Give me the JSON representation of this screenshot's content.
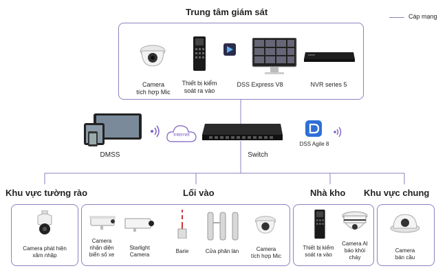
{
  "legend": {
    "label": "Cáp mạng",
    "color": "#8e7fc0"
  },
  "center": {
    "title": "Trung tâm giám sát",
    "devices": [
      {
        "name": "camera-mic",
        "label_lines": [
          "Camera",
          "tích hợp Mic"
        ],
        "icon": "dome-camera-icon"
      },
      {
        "name": "access-control",
        "label_lines": [
          "Thiết bị kiểm",
          "soát ra vào"
        ],
        "icon": "access-control-icon"
      },
      {
        "name": "dss-express",
        "label_lines": [
          "DSS Express V8"
        ],
        "icon": "monitor-dss-icon"
      },
      {
        "name": "nvr",
        "label_lines": [
          "NVR series 5"
        ],
        "icon": "nvr-icon"
      }
    ]
  },
  "middle": {
    "dmss": "DMSS",
    "internet": "Internet",
    "switch": "Switch",
    "dss_agile": "DSS Agile 8"
  },
  "zones": [
    {
      "title": "Khu vực tường rào",
      "devices": [
        {
          "label_lines": [
            "Camera phát hiện",
            "xâm nhập"
          ],
          "icon": "ptz-camera-icon"
        }
      ]
    },
    {
      "title": "Lối vào",
      "devices": [
        {
          "label_lines": [
            "Camera",
            "nhận diện",
            "biển số xe"
          ],
          "icon": "lpr-camera-icon"
        },
        {
          "label_lines": [
            "Starlight",
            "Camera"
          ],
          "icon": "bullet-camera-icon"
        },
        {
          "label_lines": [
            "Barie"
          ],
          "icon": "barrier-icon"
        },
        {
          "label_lines": [
            "Cửa phân làn"
          ],
          "icon": "turnstile-icon"
        },
        {
          "label_lines": [
            "Camera",
            "tích hợp Mic"
          ],
          "icon": "dome-camera-icon"
        }
      ]
    },
    {
      "title": "Nhà kho",
      "devices": [
        {
          "label_lines": [
            "Thiết bị kiểm",
            "soát ra vào"
          ],
          "icon": "access-control-icon"
        },
        {
          "label_lines": [
            "Camera AI",
            "báo khói",
            "cháy"
          ],
          "icon": "smoke-camera-icon"
        }
      ]
    },
    {
      "title": "Khu vực chung",
      "devices": [
        {
          "label_lines": [
            "Camera",
            "bán cầu"
          ],
          "icon": "dome-camera-icon"
        }
      ]
    }
  ]
}
